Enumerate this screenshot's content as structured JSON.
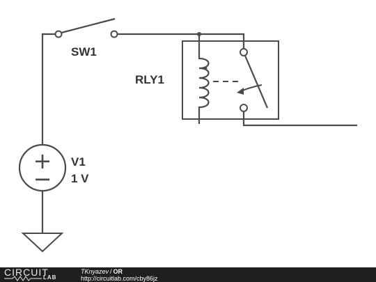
{
  "schematic": {
    "switch_label": "SW1",
    "relay_label": "RLY1",
    "source_name": "V1",
    "source_value": "1 V",
    "plus_sign": "+",
    "minus_sign": "−"
  },
  "footer": {
    "logo_circuit": "CIRCUIT",
    "logo_lab": "LAB",
    "author": "TKnyazev",
    "separator": "/",
    "title": "OR",
    "url": "http://circuitlab.com/cby86jz"
  },
  "colors": {
    "wire": "#4a4a4a",
    "label": "#333333",
    "footer_bg": "#1f1f1f"
  }
}
